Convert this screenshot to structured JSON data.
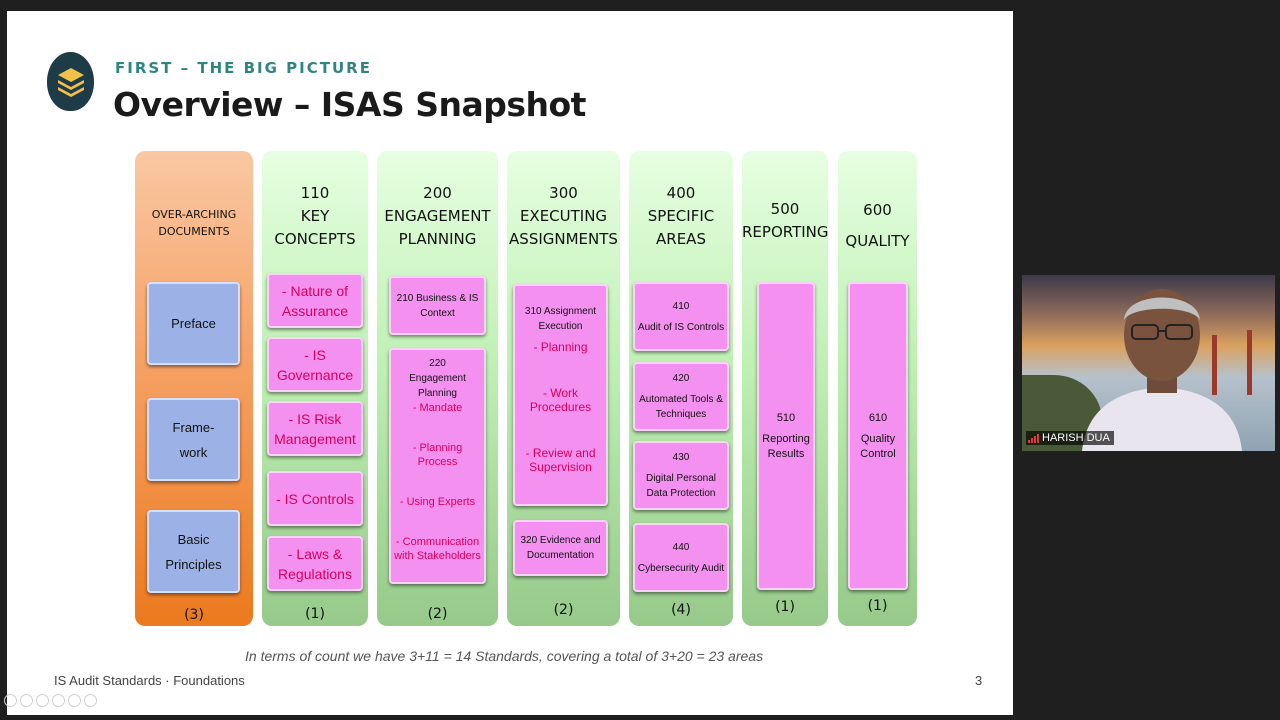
{
  "slide": {
    "kicker": "FIRST – THE BIG PICTURE",
    "title": "Overview – ISAS Snapshot",
    "caption": "In terms of count we have 3+11 = 14 Standards, covering a total of 3+20 = 23 areas",
    "footer": "IS Audit Standards · Foundations",
    "page_number": "3"
  },
  "columns": {
    "overarching": {
      "header": [
        "OVER-ARCHING",
        "DOCUMENTS"
      ],
      "count": "(3)",
      "boxes": [
        [
          "Preface"
        ],
        [
          "Frame-",
          "work"
        ],
        [
          "Basic Principles"
        ]
      ]
    },
    "c110": {
      "header": [
        "110",
        "KEY",
        "CONCEPTS"
      ],
      "count": "(1)",
      "boxes": [
        [
          "- Nature of",
          "Assurance"
        ],
        [
          "- IS",
          "Governance"
        ],
        [
          "- IS Risk",
          "Management"
        ],
        [
          "- IS Controls"
        ],
        [
          "- Laws &",
          "Regulations"
        ]
      ]
    },
    "c200": {
      "header": [
        "200",
        "ENGAGEMENT",
        "PLANNING"
      ],
      "count": "(2)",
      "box1": [
        "210 Business & IS",
        "Context"
      ],
      "box2_title": [
        "220",
        "Engagement",
        "Planning"
      ],
      "box2_items": [
        [
          "- Mandate"
        ],
        [
          "- Planning",
          "Process"
        ],
        [
          "- Using Experts"
        ],
        [
          "- Communication",
          "with Stakeholders"
        ]
      ]
    },
    "c300": {
      "header": [
        "300",
        "EXECUTING",
        "ASSIGNMENTS"
      ],
      "count": "(2)",
      "box1_title": [
        "310 Assignment",
        "Execution"
      ],
      "box1_items": [
        [
          "- Planning"
        ],
        [
          "- Work",
          "Procedures"
        ],
        [
          "- Review and",
          "Supervision"
        ]
      ],
      "box2": [
        "320 Evidence and",
        "Documentation"
      ]
    },
    "c400": {
      "header": [
        "400",
        "SPECIFIC",
        "AREAS"
      ],
      "count": "(4)",
      "boxes": [
        [
          "410",
          "Audit of IS Controls"
        ],
        [
          "420",
          "Automated Tools &",
          "Techniques"
        ],
        [
          "430",
          "Digital Personal",
          "Data Protection"
        ],
        [
          "440",
          "Cybersecurity Audit"
        ]
      ]
    },
    "c500": {
      "header": [
        "500",
        "REPORTING"
      ],
      "count": "(1)",
      "box": [
        "510",
        "Reporting",
        "Results"
      ]
    },
    "c600": {
      "header": [
        "600",
        "QUALITY"
      ],
      "count": "(1)",
      "box": [
        "610",
        "Quality",
        "Control"
      ]
    }
  },
  "video": {
    "participant_name": "HARISH DUA"
  },
  "colors": {
    "accent": "#2f8580",
    "magenta_box": "#f491f0",
    "blue_box": "#9cb2e6",
    "orange_column": "#ec7a1e",
    "green_column": "#96c98a"
  }
}
